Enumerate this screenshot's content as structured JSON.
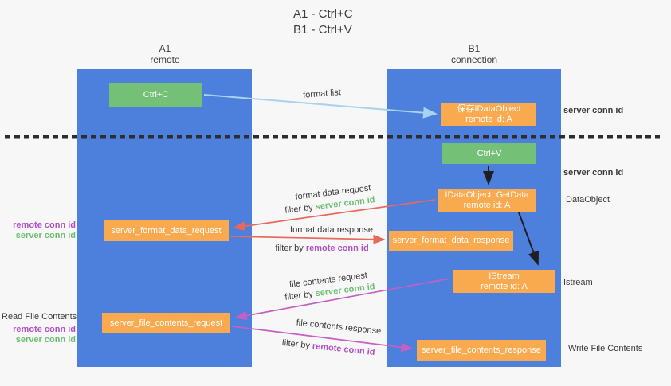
{
  "title": {
    "line1": "A1 - Ctrl+C",
    "line2": "B1 - Ctrl+V"
  },
  "columns": {
    "a": {
      "name": "A1",
      "role": "remote"
    },
    "b": {
      "name": "B1",
      "role": "connection"
    }
  },
  "nodes": {
    "ctrl_c": {
      "label": "Ctrl+C"
    },
    "ctrl_v": {
      "label": "Ctrl+V"
    },
    "save_dataobject": {
      "line1": "保存IDataObject",
      "line2": "remote id: A"
    },
    "getdata": {
      "line1": "IDataObject::GetData",
      "line2": "remote id: A"
    },
    "istream": {
      "line1": "IStream",
      "line2": "remote id: A"
    },
    "format_request": {
      "label": "server_format_data_request"
    },
    "format_response": {
      "label": "server_format_data_response"
    },
    "file_request": {
      "label": "server_file_contents_request"
    },
    "file_response": {
      "label": "server_file_contents_response"
    }
  },
  "edges": {
    "format_list": {
      "label": "format list"
    },
    "format_data_request": {
      "label": "format data request",
      "filter_prefix": "filter by ",
      "filter_key": "server conn id"
    },
    "format_data_response": {
      "label": "format data response",
      "filter_prefix": "filter by ",
      "filter_key": "remote conn id"
    },
    "file_contents_request": {
      "label": "file contents request",
      "filter_prefix": "filter by ",
      "filter_key": "server conn id"
    },
    "file_contents_response": {
      "label": "file contents response",
      "filter_prefix": "filter by ",
      "filter_key": "remote conn id"
    }
  },
  "annotations": {
    "right": {
      "server_conn_id_top": "server conn id",
      "server_conn_id_mid": "server conn id",
      "dataobject": "DataObject",
      "istream": "Istream",
      "write_file_contents": "Write File Contents"
    },
    "left": {
      "remote_conn_id_top": "remote conn id",
      "server_conn_id_top": "server conn id",
      "read_file_contents": "Read File Contents",
      "remote_conn_id_bottom": "remote conn id",
      "server_conn_id_bottom": "server conn id"
    }
  },
  "colors": {
    "column_blue": "#4C80DC",
    "node_green": "#74C077",
    "node_orange": "#F9A94E",
    "arrow_blue": "#A6D3EE",
    "arrow_black": "#1F1F1F",
    "arrow_red": "#E8695C",
    "arrow_magenta": "#C45FC4",
    "dotted_line": "#2D2D2D",
    "label_green": "#6CBE70",
    "label_purple": "#B34FC5",
    "text_dark": "#3A3A3A"
  }
}
